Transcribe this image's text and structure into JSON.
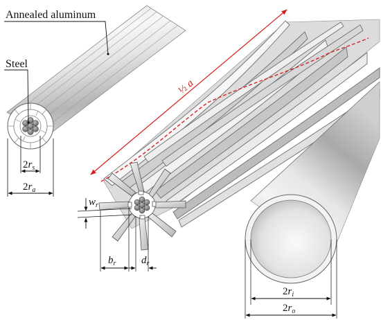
{
  "labels": {
    "aluminum": "Annealed aluminum",
    "steel": "Steel",
    "two": "2",
    "r": "r",
    "sub_s": "s",
    "sub_a": "a",
    "w": "w",
    "b": "b",
    "d": "d",
    "sub_r": "r",
    "sub_i": "i",
    "sub_o": "o",
    "half": "½",
    "a": "a"
  },
  "colors": {
    "dimension_line": "#111111",
    "pitch_line": "#d42020",
    "metal_light": "#f2f2f2",
    "metal_mid": "#c8c8c8",
    "metal_dark": "#8e8e8e",
    "steel_core": "#6f6f6f"
  }
}
